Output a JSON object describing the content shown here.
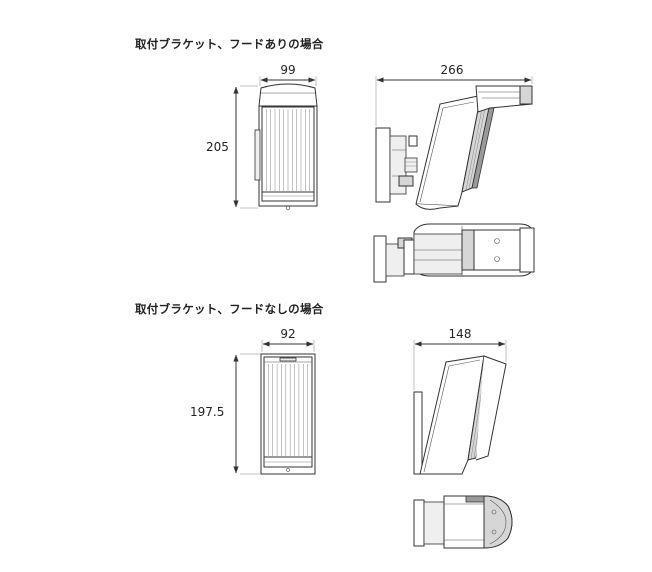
{
  "headings": {
    "with_hood": "取付ブラケット、フードありの場合",
    "without_hood": "取付ブラケット、フードなしの場合"
  },
  "dimensions": {
    "with_hood_width": "99",
    "with_hood_height": "205",
    "with_hood_depth": "266",
    "without_hood_width": "92",
    "without_hood_height": "197.5",
    "without_hood_depth": "148"
  }
}
